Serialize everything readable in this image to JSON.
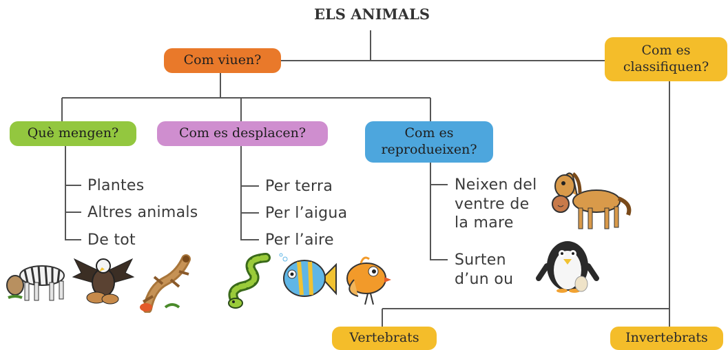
{
  "title": "ELS ANIMALS",
  "nodes": {
    "com_viuen": "Com viuen?",
    "com_es_classifiquen": [
      "Com es",
      "classifiquen?"
    ],
    "que_mengen": "Què mengen?",
    "com_es_desplacen": "Com es desplacen?",
    "com_es_reprodueixen": [
      "Com es",
      "reprodueixen?"
    ],
    "vertebrats": "Vertebrats",
    "invertebrats": "Invertebrats"
  },
  "food_items": [
    "Plantes",
    "Altres animals",
    "De tot"
  ],
  "movement_items": [
    "Per terra",
    "Per l’aigua",
    "Per l’aire"
  ],
  "reproduction_items": [
    [
      "Neixen del",
      "ventre de",
      "la mare"
    ],
    [
      "Surten",
      "d’un ou"
    ]
  ],
  "illustrations": [
    "zebra-icon",
    "eagle-icon",
    "lizard-icon",
    "snake-icon",
    "fish-icon",
    "bird-icon",
    "horse-icon",
    "penguin-icon"
  ],
  "colors": {
    "orange": "#e9792a",
    "yellow": "#f4bd2a",
    "green": "#93c73f",
    "pink": "#cf8ecf",
    "blue": "#4da6dd",
    "line": "#555555"
  }
}
